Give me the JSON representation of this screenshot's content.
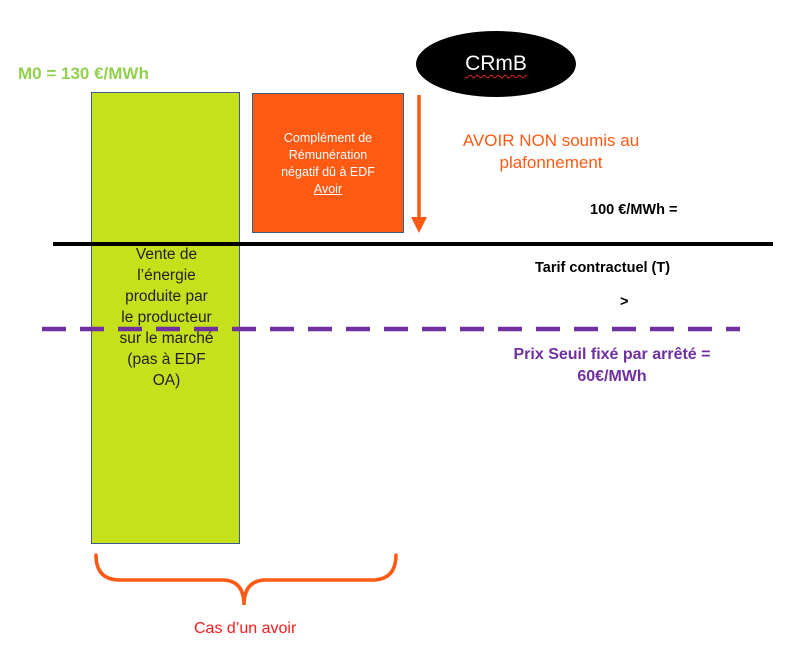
{
  "m0_label": "M0 = 130 €/MWh",
  "green_bar": {
    "lines": [
      "Vente de",
      "l’énergie",
      "produite par",
      "le producteur",
      "sur le marché",
      "(pas à EDF",
      "OA)"
    ]
  },
  "orange_bar": {
    "lines": [
      "Complément de",
      "Rémunération",
      "négatif dû à EDF"
    ],
    "underlined": "Avoir"
  },
  "ellipse_label": "CRmB",
  "avoir_note": "AVOIR NON soumis au plafonnement",
  "label_100": "100 €/MWh =",
  "label_tarif": "Tarif contractuel (T)",
  "label_gt": ">",
  "label_seuil": "Prix Seuil fixé par arrêté = 60€/MWh",
  "brace_label": "Cas d’un avoir",
  "colors": {
    "green": "#c5e11b",
    "orange": "#ff5a14",
    "purple": "#7030a0",
    "m0_green": "#92d050",
    "red": "#ff1a1a"
  }
}
